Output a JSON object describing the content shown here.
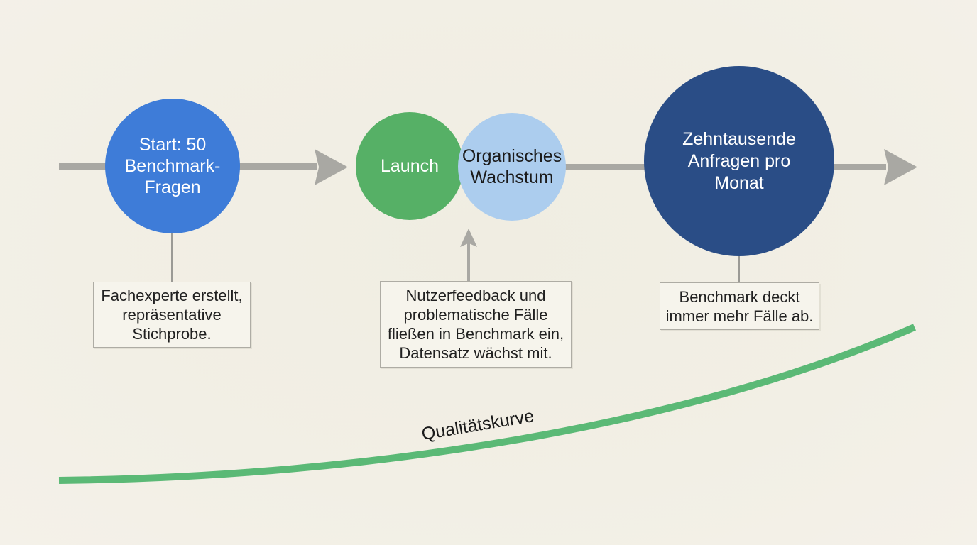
{
  "diagram": {
    "background_color": "#f1eee4",
    "timeline": {
      "color": "#a9a8a3",
      "direction": "left-to-right"
    },
    "nodes": [
      {
        "id": "start",
        "label": "Start: 50\nBenchmark-\nFragen",
        "color": "#3e7cd8",
        "text_color": "#ffffff"
      },
      {
        "id": "launch",
        "label": "Launch",
        "color": "#56b066",
        "text_color": "#ffffff"
      },
      {
        "id": "organic-growth",
        "label": "Organisches\nWachstum",
        "color": "#accdee",
        "text_color": "#1b1b1b"
      },
      {
        "id": "scale",
        "label": "Zehntausende\nAnfragen pro\nMonat",
        "color": "#2a4d86",
        "text_color": "#ffffff"
      }
    ],
    "callouts": [
      {
        "attached_to": "start",
        "text": "Fachexperte erstellt,\nrepräsentative\nStichprobe."
      },
      {
        "attached_to": "organic-growth",
        "text": "Nutzerfeedback und\nproblematische Fälle\nfließen in Benchmark ein,\nDatensatz wächst mit."
      },
      {
        "attached_to": "scale",
        "text": "Benchmark deckt\nimmer mehr Fälle ab."
      }
    ],
    "curve": {
      "label": "Qualitätskurve",
      "color": "#5bb976",
      "shape": "rising from bottom-left to middle-right"
    }
  }
}
